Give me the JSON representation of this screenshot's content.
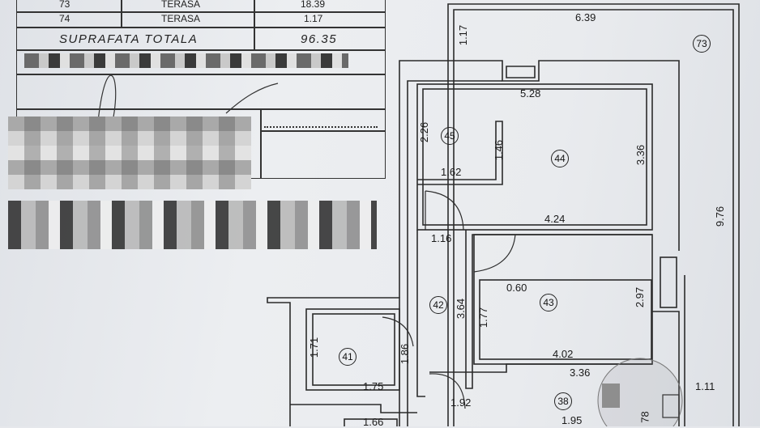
{
  "table": {
    "rows": [
      {
        "no": "73",
        "name": "TERASA",
        "area": "18.39"
      },
      {
        "no": "74",
        "name": "TERASA",
        "area": "1.17"
      }
    ],
    "total_label": "SUPRAFATA TOTALA",
    "total_value": "96.35"
  },
  "plan": {
    "rooms": [
      {
        "id": "73"
      },
      {
        "id": "45"
      },
      {
        "id": "44"
      },
      {
        "id": "43"
      },
      {
        "id": "42"
      },
      {
        "id": "41"
      },
      {
        "id": "38"
      }
    ],
    "dimensions": {
      "d_6_39": "6.39",
      "d_1_17": "1.17",
      "d_5_28": "5.28",
      "d_2_26": "2.26",
      "d_1_46": "1.46",
      "d_1_62": "1.62",
      "d_3_36a": "3.36",
      "d_9_76": "9.76",
      "d_4_24": "4.24",
      "d_1_16": "1.16",
      "d_0_60": "0.60",
      "d_3_64": "3.64",
      "d_1_77": "1.77",
      "d_2_97": "2.97",
      "d_1_71": "1.71",
      "d_1_86": "1.86",
      "d_4_02": "4.02",
      "d_1_75": "1.75",
      "d_3_36b": "3.36",
      "d_1_11": "1.11",
      "d_1_92": "1.92",
      "d_1_66": "1.66",
      "d_1_95": "1.95",
      "d_78": "78"
    }
  }
}
